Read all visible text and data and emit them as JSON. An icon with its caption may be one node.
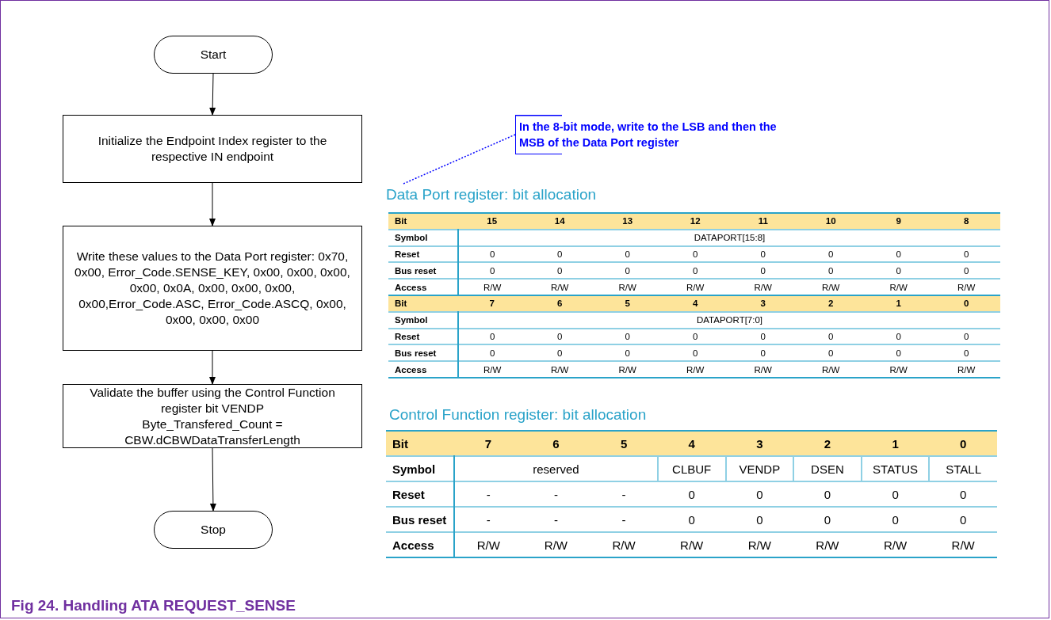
{
  "diagram": {
    "caption": "Fig 24. Handling ATA REQUEST_SENSE",
    "nodes": [
      {
        "text": [
          "Start"
        ]
      },
      {
        "text": [
          "Initialize the Endpoint Index register to the respective IN endpoint"
        ]
      },
      {
        "text": [
          "Write these values to the Data Port register: 0x70, 0x00, Error_Code.SENSE_KEY, 0x00, 0x00, 0x00, 0x00, 0x0A, 0x00, 0x00, 0x00, 0x00,Error_Code.ASC, Error_Code.ASCQ, 0x00, 0x00, 0x00, 0x00"
        ]
      },
      {
        "text": [
          "Validate the buffer using the Control Function register bit VENDP",
          "Byte_Transfered_Count = CBW.dCBWDataTransferLength"
        ]
      },
      {
        "text": [
          "Stop"
        ]
      },
      {
        "text": [
          "In the 8-bit mode, write to the LSB and then the MSB of the Data Port register"
        ]
      },
      {
        "text": [
          "Data Port register: bit allocation"
        ]
      }
    ],
    "edges": [
      {
        "from": 0,
        "to": 1,
        "arrow": "to"
      },
      {
        "from": 1,
        "to": 2,
        "arrow": "to"
      },
      {
        "from": 2,
        "to": 3,
        "arrow": "to"
      },
      {
        "from": 3,
        "to": 4,
        "arrow": "to"
      },
      {
        "from": 5,
        "to": 6,
        "arrow": "none",
        "style": "dashed",
        "color": "#0000ff"
      }
    ],
    "labels": [
      "Bit",
      "15",
      "14",
      "13",
      "12",
      "11",
      "10",
      "9",
      "8",
      "Symbol",
      "DATAPORT[15:8]",
      "Reset",
      "0",
      "0",
      "0",
      "0",
      "0",
      "0",
      "0",
      "0",
      "Bus reset",
      "0",
      "0",
      "0",
      "0",
      "0",
      "0",
      "0",
      "0",
      "Access",
      "R/W",
      "R/W",
      "R/W",
      "R/W",
      "R/W",
      "R/W",
      "R/W",
      "R/W",
      "Bit",
      "7",
      "6",
      "5",
      "4",
      "3",
      "2",
      "1",
      "0",
      "Symbol",
      "DATAPORT[7:0]",
      "Reset",
      "0",
      "0",
      "0",
      "0",
      "0",
      "0",
      "0",
      "0",
      "Bus reset",
      "0",
      "0",
      "0",
      "0",
      "0",
      "0",
      "0",
      "0",
      "Access",
      "R/W",
      "R/W",
      "R/W",
      "R/W",
      "R/W",
      "R/W",
      "R/W",
      "R/W",
      "Control Function register: bit allocation",
      "Bit",
      "7",
      "6",
      "5",
      "4",
      "3",
      "2",
      "1",
      "0",
      "Symbol",
      "reserved",
      "CLBUF",
      "VENDP",
      "DSEN",
      "STATUS",
      "STALL",
      "Reset",
      "-",
      "-",
      "-",
      "0",
      "0",
      "0",
      "0",
      "0",
      "Bus reset",
      "-",
      "-",
      "-",
      "0",
      "0",
      "0",
      "0",
      "0",
      "Access",
      "R/W",
      "R/W",
      "R/W",
      "R/W",
      "R/W",
      "R/W",
      "R/W",
      "R/W"
    ]
  }
}
